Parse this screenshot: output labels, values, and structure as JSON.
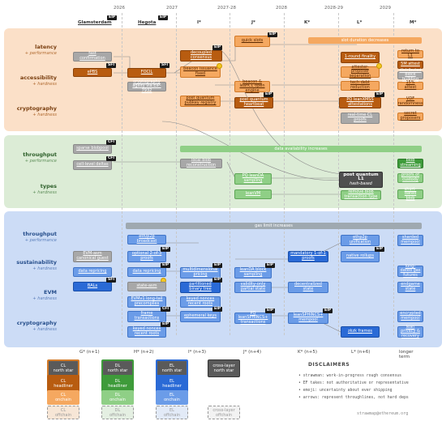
{
  "timeline": {
    "years": [
      "2026",
      "2027",
      "2027-28",
      "2028",
      "2028-29",
      "2029"
    ],
    "forks_top": [
      "Glamsterdam",
      "Hegota",
      "I*",
      "J*",
      "K*",
      "L*",
      "M*"
    ],
    "forks_bottom": [
      "G* (n+1)",
      "H* (n+2)",
      "I* (n+3)",
      "J* (n+4)",
      "K* (n+5)",
      "L* (n+6)",
      "longer term"
    ]
  },
  "rows": [
    {
      "main": "latency",
      "sub": "+ performance"
    },
    {
      "main": "accessibility",
      "sub": "+ hardness"
    },
    {
      "main": "cryptography",
      "sub": "+ hardness"
    },
    {
      "main": "throughput",
      "sub": "+ performance"
    },
    {
      "main": "types",
      "sub": "+ hardness"
    },
    {
      "main": "throughput",
      "sub": "+ performance"
    },
    {
      "main": "sustainability",
      "sub": "+ hardness"
    },
    {
      "main": "EVM",
      "sub": "+ hardness"
    },
    {
      "main": "cryptography",
      "sub": "+ hardness"
    }
  ],
  "badges": {
    "eip": "EIP",
    "sfi": "SFI",
    "cfi": "CFI"
  },
  "bars": {
    "slot_duration": "slot duration decreases",
    "data_availability": "data availability increases",
    "gas_limit": "gas limit increases"
  },
  "nodes": {
    "fast_confirmation": "fast confirmation",
    "epbs": "ePBS",
    "focil": "FOCIL",
    "crypto_agility": "cryptography agility via EIP-7932",
    "decoupled": "decoupled consensus",
    "beacon_fix": "beacon issuance fixed",
    "post_quantum_pubkey": "post quantum pubkey registry",
    "quick_slots": "quick slots",
    "beacon_lean": "beacon & leanCL open engine",
    "pq_heartbeat": "post quantum heartbeat",
    "one_round": "1-round finality",
    "attester_rotation": "attester-proposer separation",
    "tech_debt": "tech debt reduction",
    "pq_leanxmss": "PQ leanXMSS attestations",
    "realtime_cl": "real-time CL proofs",
    "sparse_blobpool": "sparse blobpool",
    "cell_deltas": "cell-level deltas",
    "local_blob": "local blob reconstruction",
    "pq_leanda": "PQ leanDA sampling",
    "leanvm": "leanVM",
    "pq_l1": "post quantum L1",
    "hash_based": "hash-based",
    "remove_blob": "remove blob transaction type",
    "evm_asm": "EVM-asm canonical guest",
    "optional_proofs": "optional 2-of-3 proofs",
    "eth_p2p": "eth/p2p broadcast",
    "data_repricing": "data repricing",
    "state_asm": "state-asm",
    "bals": "BALs",
    "multidimensional": "multidimensional pricing",
    "partitioned": "partitioned binary tree",
    "leanda_block": "leanDA block sampling",
    "mandatory": "mandatory 1-of-1 proofs",
    "validity_only": "validity-only partial state",
    "decentralized": "decentralized state",
    "evm_long_tail": "EVMv1 long-tail precompiles",
    "frame_tx": "frame transactions",
    "keyed_nonces": "keyed nonces recent roots",
    "pq_leansphincs": "PQ leanSPHINCS+ transactions",
    "ephemeral": "ephemeral keys",
    "pq_mempool": "leanSPHINCS+ mempool",
    "ethp2p_unification": "ethp2p unification",
    "native_rollups": "native rollups",
    "zkvm": "zkzk frames",
    "return_l1": "return to L1",
    "sm_attest": "5M attest",
    "distributed_block": "distributed block building",
    "fifteen_attest": "15% attest",
    "vdf": "VDF randomness",
    "secret_proposers": "secret proposers",
    "blob_streaming": "blob streaming",
    "proofs_custody": "proofs of custody",
    "short_dated": "short-dated blob",
    "sharded_mempool": "sharded mempool",
    "long_dated": "long-dated gas futures",
    "endgame_state": "endgame state",
    "encrypted_mempool": "encrypted mempool",
    "lean_privacy": "lean privacy & recovery"
  },
  "legend": {
    "row1": [
      "CL\nnorth star",
      "DL\nnorth star",
      "EL\nnorth star",
      "cross-layer\nnorth star"
    ],
    "row2": [
      "CL\nheadliner",
      "DL\nheadliner",
      "EL\nheadliner"
    ],
    "row3": [
      "CL\nonchain",
      "DL\nonchain",
      "EL\nonchain"
    ],
    "row4": [
      "CL\noffchain",
      "DL\noffchain",
      "EL\noffchain",
      "cross-layer\noffchain"
    ]
  },
  "disclaimers": {
    "title": "DISCLAIMERS",
    "lines": [
      "• strawman: work-in-progress rough consensus",
      "• EF takes: not authoritative or representative",
      "• emoji: uncertainty about ever shipping",
      "• arrows: represent throughlines, not hard deps"
    ]
  },
  "site": "strawmap@ethereum.org",
  "colors": {
    "orange_band": "#fbe0c8",
    "green_band": "#dcecd6",
    "blue_band": "#ccdcf6",
    "cl": "#f5a860",
    "dl": "#8fcf86",
    "el": "#6b9ce8",
    "offchain": "#a8a8a8"
  }
}
